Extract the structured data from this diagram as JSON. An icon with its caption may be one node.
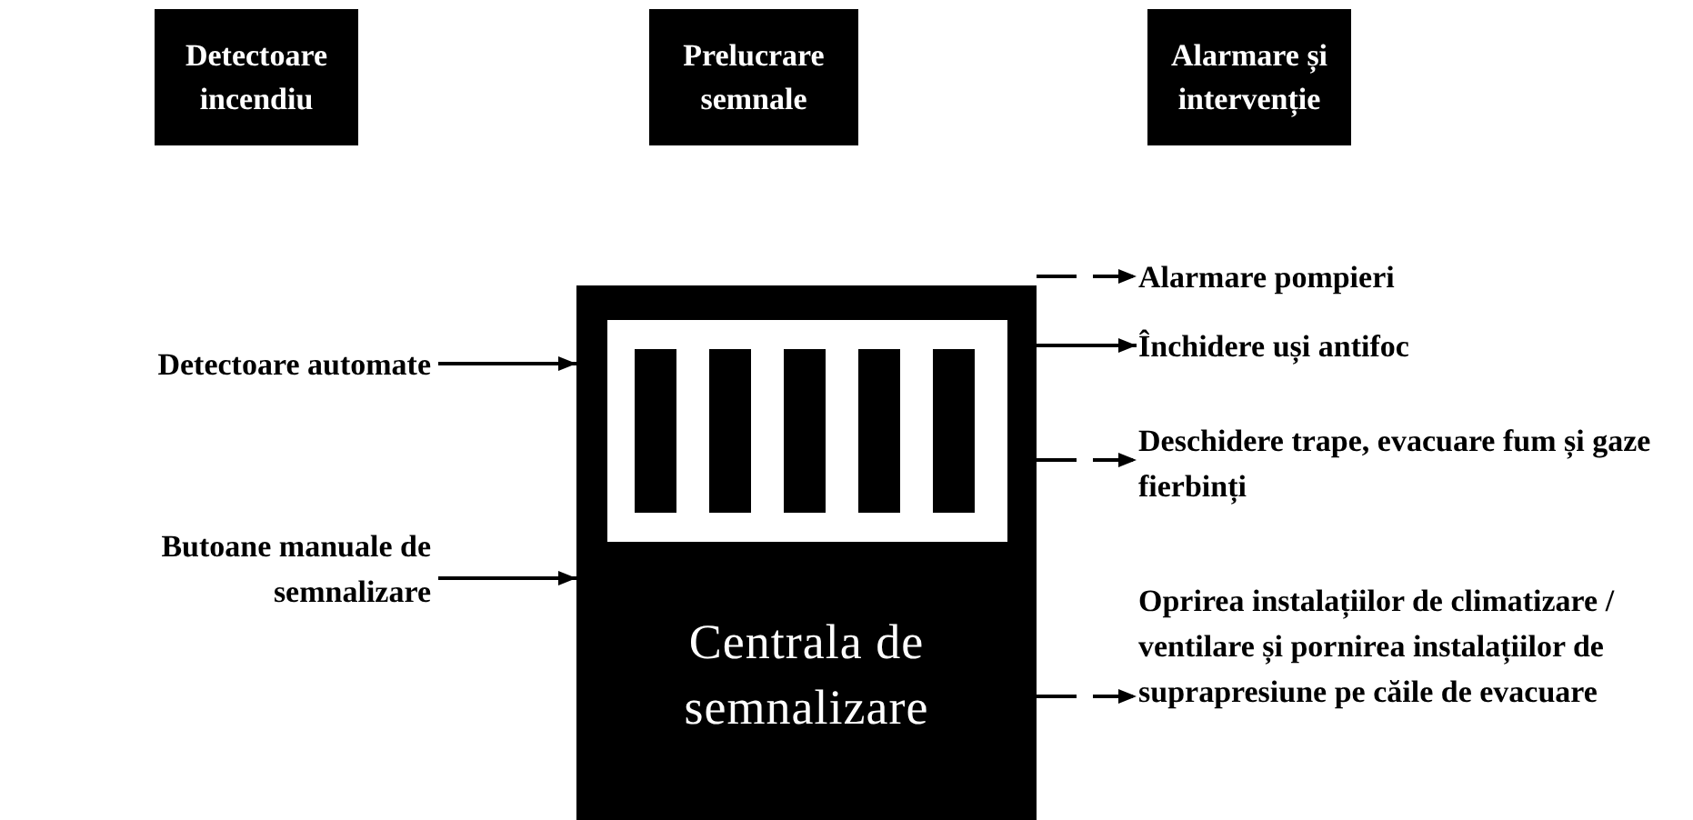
{
  "diagram": {
    "nodes": [
      {
        "text": [
          "Detectoare incendiu"
        ]
      },
      {
        "text": [
          "Prelucrare semnale"
        ]
      },
      {
        "text": [
          "Alarmare și intervenție"
        ]
      },
      {
        "text": [
          "Centrala de semnalizare"
        ]
      },
      {
        "text": [
          "Detectoare automate"
        ]
      },
      {
        "text": [
          "Butoane manuale de semnalizare"
        ]
      },
      {
        "text": [
          "Alarmare pompieri"
        ]
      },
      {
        "text": [
          "Închidere uși antifoc"
        ]
      },
      {
        "text": [
          "Deschidere trape, evacuare fum și gaze fierbinți"
        ]
      },
      {
        "text": [
          "Oprirea instalațiilor de climatizare / ventilare și pornirea instalațiilor de suprapresiune pe căile de evacuare"
        ]
      }
    ],
    "edges": [
      {
        "from": 4,
        "to": 3,
        "arrow": "to"
      },
      {
        "from": 5,
        "to": 3,
        "arrow": "to"
      },
      {
        "from": 3,
        "to": 6,
        "arrow": "to",
        "style": "dashed"
      },
      {
        "from": 3,
        "to": 7,
        "arrow": "to"
      },
      {
        "from": 3,
        "to": 8,
        "arrow": "to",
        "style": "dashed"
      },
      {
        "from": 3,
        "to": 9,
        "arrow": "to",
        "style": "dashed"
      }
    ]
  }
}
